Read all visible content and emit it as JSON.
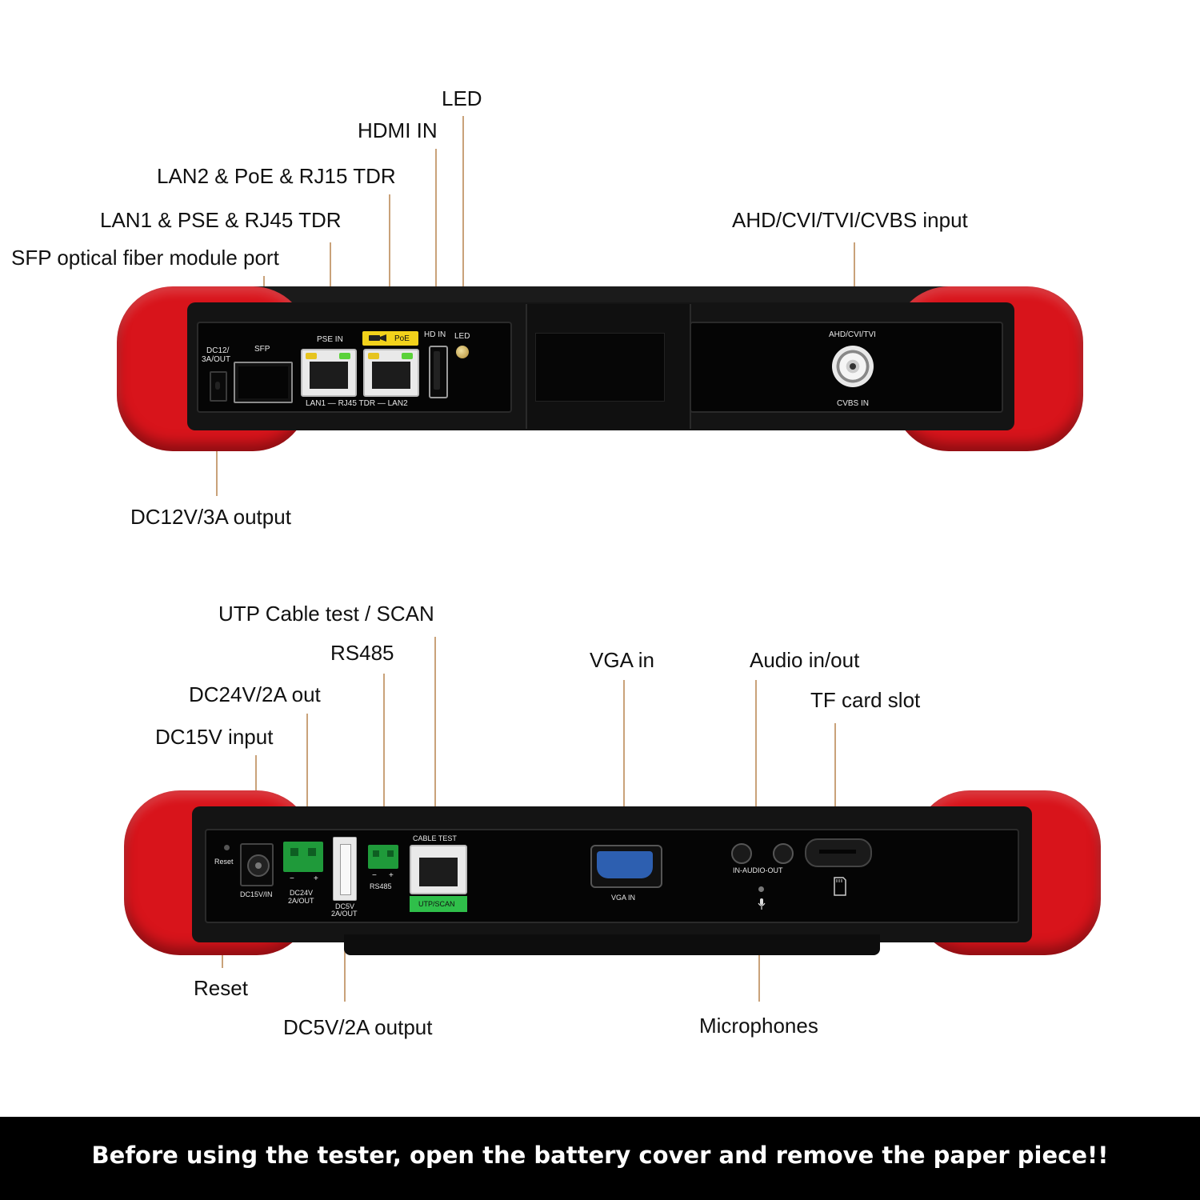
{
  "top_view": {
    "callouts": {
      "led": "LED",
      "hdmi_in": "HDMI IN",
      "lan2": "LAN2 & PoE & RJ15 TDR",
      "lan1": "LAN1 & PSE & RJ45 TDR",
      "sfp": "SFP optical fiber module port",
      "ahd_input": "AHD/CVI/TVI/CVBS input",
      "dc12_output": "DC12V/3A output"
    },
    "panel_labels": {
      "dc12_line1": "DC12/",
      "dc12_line2": "3A/OUT",
      "sfp": "SFP",
      "pse_in": "PSE IN",
      "poe": "PoE",
      "hd_in": "HD IN",
      "led": "LED",
      "rj45_tdr": "LAN1 — RJ45 TDR — LAN2",
      "ahd_cvi_tvi": "AHD/CVI/TVI",
      "cvbs_in": "CVBS IN"
    }
  },
  "bottom_view": {
    "callouts": {
      "utp_scan": "UTP Cable test / SCAN",
      "rs485": "RS485",
      "vga_in": "VGA in",
      "audio": "Audio in/out",
      "tf_card": "TF card slot",
      "dc24_out": "DC24V/2A out",
      "dc15_input": "DC15V input",
      "reset": "Reset",
      "dc5_output": "DC5V/2A output",
      "microphones": "Microphones"
    },
    "panel_labels": {
      "reset": "Reset",
      "dc15v_in": "DC15V/IN",
      "dc24v_line1": "DC24V",
      "dc24v_line2": "2A/OUT",
      "dc5v_line1": "DC5V",
      "dc5v_line2": "2A/OUT",
      "rs485": "RS485",
      "minus": "−",
      "plus": "+",
      "cable_test": "CABLE TEST",
      "utp_scan": "UTP/SCAN",
      "vga_in": "VGA IN",
      "in_audio_out": "IN-AUDIO-OUT"
    }
  },
  "banner": {
    "text": "Before using the tester, open the battery cover and remove the paper piece!!"
  },
  "colors": {
    "bumper_red": "#d8141b",
    "leader_line": "#c9a27a",
    "poe_badge": "#f2d21b",
    "utp_badge": "#2fbf4a",
    "terminal_green": "#1f9a3a",
    "vga_blue": "#2d5fb0",
    "banner_bg": "#000000"
  },
  "icons": [
    "poe-camera-icon",
    "microphone-icon",
    "sd-card-icon"
  ]
}
